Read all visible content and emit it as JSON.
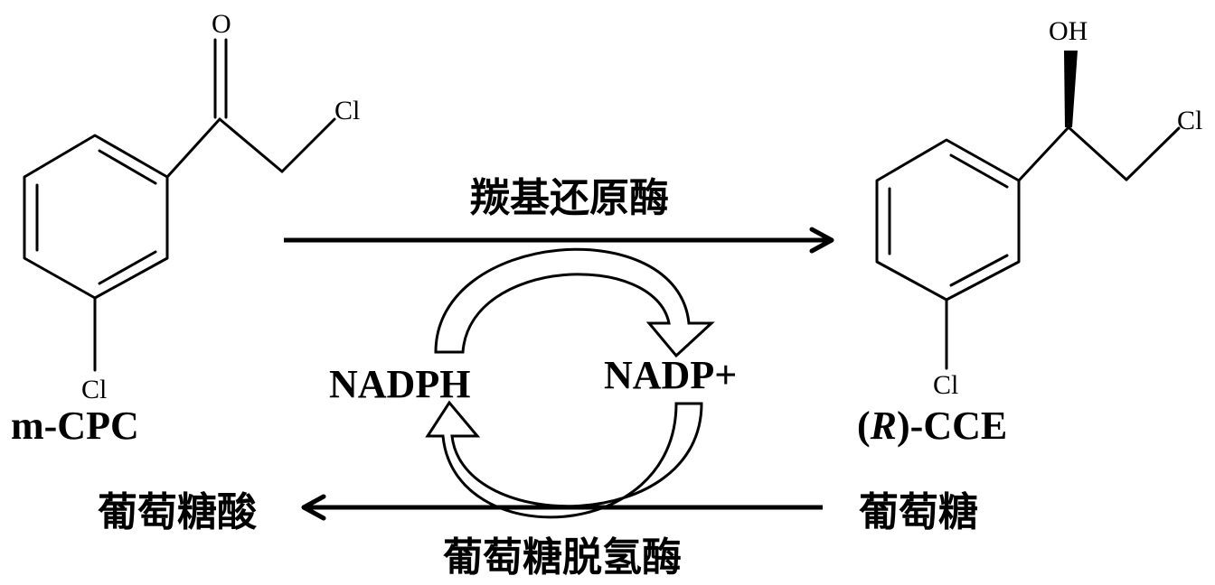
{
  "reactant": {
    "name": "m-CPC",
    "atoms": {
      "carbonyl_o": "O",
      "chain_cl": "Cl",
      "ring_cl": "Cl"
    }
  },
  "product": {
    "name_italic": "R",
    "name_prefix": "(",
    "name_suffix": ")-CCE",
    "atoms": {
      "hydroxyl": "OH",
      "chain_cl": "Cl",
      "ring_cl": "Cl"
    }
  },
  "reactions": {
    "top_enzyme": "羰基还原酶",
    "bottom_enzyme": "葡萄糖脱氢酶",
    "bottom_substrate": "葡萄糖",
    "bottom_product": "葡萄糖酸"
  },
  "cofactors": {
    "left": "NADPH",
    "right": "NADP+"
  }
}
